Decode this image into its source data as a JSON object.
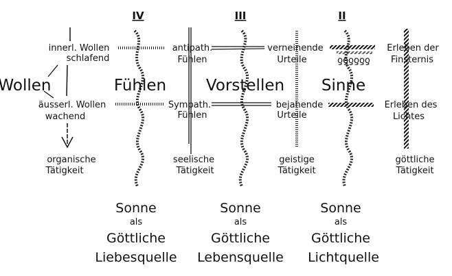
{
  "columns": [
    {
      "numeral": "IV",
      "faculty": "Fühlen",
      "source": [
        "Sonne",
        "als",
        "Göttliche",
        "Liebesquelle"
      ]
    },
    {
      "numeral": "III",
      "faculty": "Vorstellen",
      "source": [
        "Sonne",
        "als",
        "Göttliche",
        "Lebensquelle"
      ]
    },
    {
      "numeral": "II",
      "faculty": "Sinne",
      "source": [
        "Sonne",
        "als",
        "Göttliche",
        "Lichtquelle"
      ]
    }
  ],
  "wollen": {
    "title": "Wollen",
    "upper": [
      "innerl. Wollen",
      "schlafend"
    ],
    "lower": [
      "äusserl. Wollen",
      "wachend"
    ],
    "result": [
      "organische",
      "Tätigkeit"
    ]
  },
  "fuehlen": {
    "upper": [
      "antipath.",
      "Fühlen"
    ],
    "lower": [
      "Sympath.",
      "Fühlen"
    ],
    "result": [
      "seelische",
      "Tätigkeit"
    ]
  },
  "vorstellen": {
    "upper": [
      "verneinende",
      "Urteile"
    ],
    "lower": [
      "bejahende",
      "Urteile"
    ],
    "result": [
      "geistige",
      "Tätigkeit"
    ]
  },
  "sinne": {
    "marks": "ƍƍƍƍƍƍ",
    "upper": [
      "Erleben der",
      "Finsternis"
    ],
    "lower": [
      "Erleben des",
      "Lichtes"
    ],
    "result": [
      "göttliche",
      "Tätigkeit"
    ]
  }
}
